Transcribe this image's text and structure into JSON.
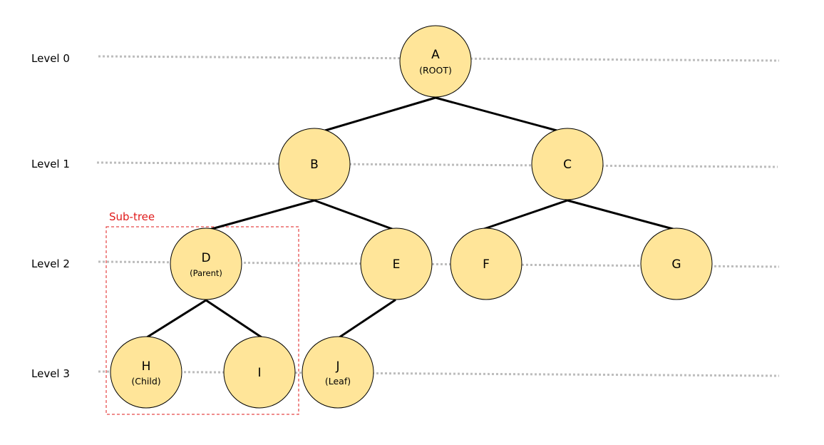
{
  "levels": [
    {
      "label": "Level 0"
    },
    {
      "label": "Level 1"
    },
    {
      "label": "Level 2"
    },
    {
      "label": "Level 3"
    }
  ],
  "nodes": {
    "A": {
      "name": "A",
      "sub": "(ROOT)"
    },
    "B": {
      "name": "B",
      "sub": ""
    },
    "C": {
      "name": "C",
      "sub": ""
    },
    "D": {
      "name": "D",
      "sub": "(Parent)"
    },
    "E": {
      "name": "E",
      "sub": ""
    },
    "F": {
      "name": "F",
      "sub": ""
    },
    "G": {
      "name": "G",
      "sub": ""
    },
    "H": {
      "name": "H",
      "sub": "(Child)"
    },
    "I": {
      "name": "I",
      "sub": ""
    },
    "J": {
      "name": "J",
      "sub": "(Leaf)"
    }
  },
  "subtree": {
    "label": "Sub-tree"
  },
  "colors": {
    "node_fill": "#ffe599",
    "node_stroke": "#000000",
    "edge": "#000000",
    "guide": "#bdbdbd",
    "subtree": "#e01b1b"
  }
}
